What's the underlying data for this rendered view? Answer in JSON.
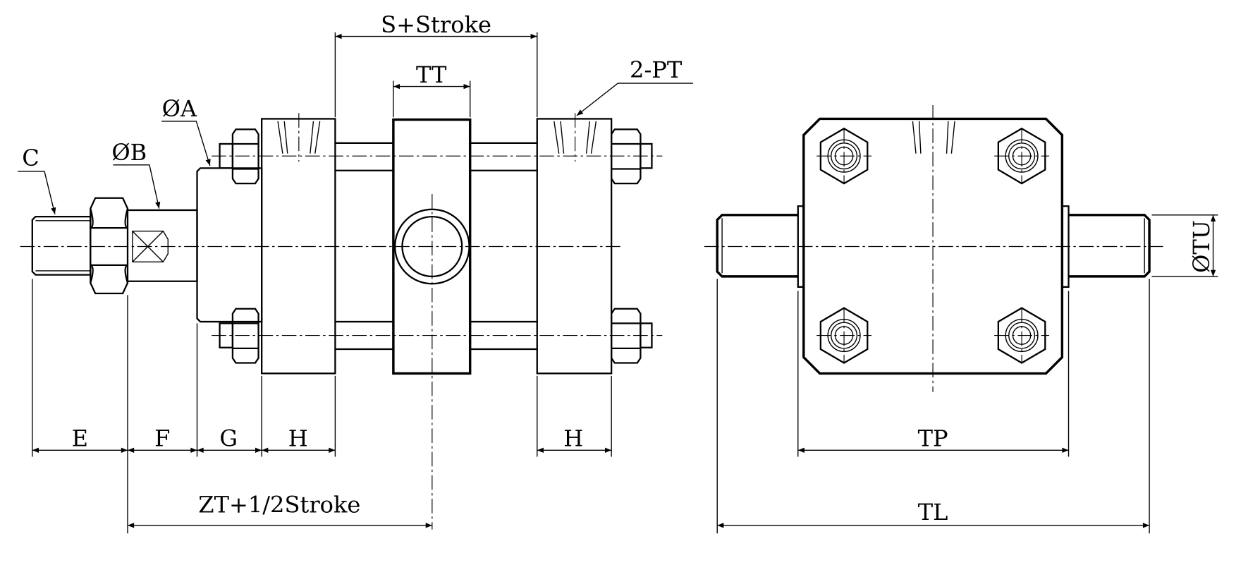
{
  "title": "Trunnion mount cylinder dimension drawing",
  "labels": {
    "s_stroke": "S+Stroke",
    "tt": "TT",
    "two_pt": "2-PT",
    "phi_a": "ØA",
    "phi_b": "ØB",
    "c": "C",
    "e": "E",
    "f": "F",
    "g": "G",
    "h_left": "H",
    "h_right": "H",
    "zt": "ZT+1/2Stroke",
    "tp": "TP",
    "tl": "TL",
    "phi_tu": "ØTU"
  },
  "colors": {
    "line": "#000000",
    "background": "#ffffff"
  }
}
